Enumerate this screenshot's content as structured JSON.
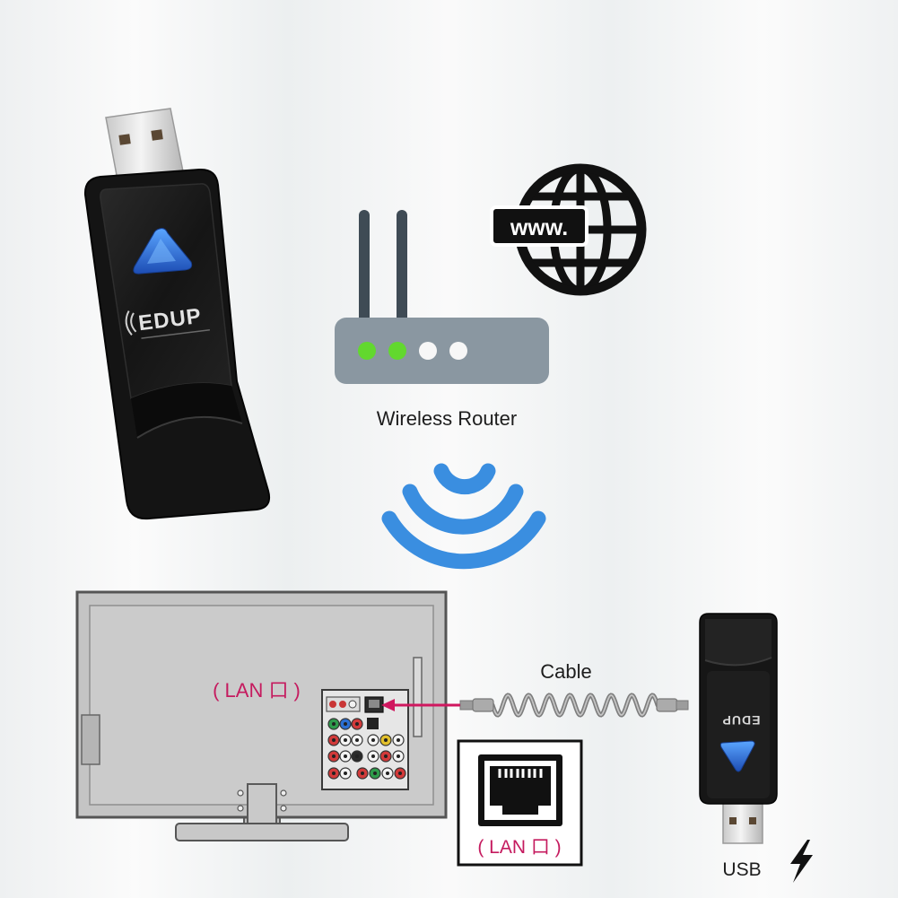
{
  "router": {
    "label": "Wireless Router",
    "led_lit": [
      true,
      true,
      false,
      false
    ]
  },
  "globe": {
    "badge_text": "www.",
    "icon": "globe-icon"
  },
  "signal": {
    "icon": "wifi-signal-icon"
  },
  "tv": {
    "port_label": "( LAN 口 )"
  },
  "cable": {
    "label": "Cable"
  },
  "lan_callout": {
    "label": "( LAN 口 )",
    "icon": "ethernet-port-icon"
  },
  "usb": {
    "label": "USB",
    "icon": "lightning-bolt-icon"
  },
  "dongle": {
    "logo": "EDUP"
  },
  "colors": {
    "signal": "#3a8ee0",
    "label_pink": "#c51b5f",
    "led_on": "#62d82e",
    "led_off": "#f7f7f7",
    "router_body": "#8a97a1",
    "antenna": "#3f4b55"
  }
}
